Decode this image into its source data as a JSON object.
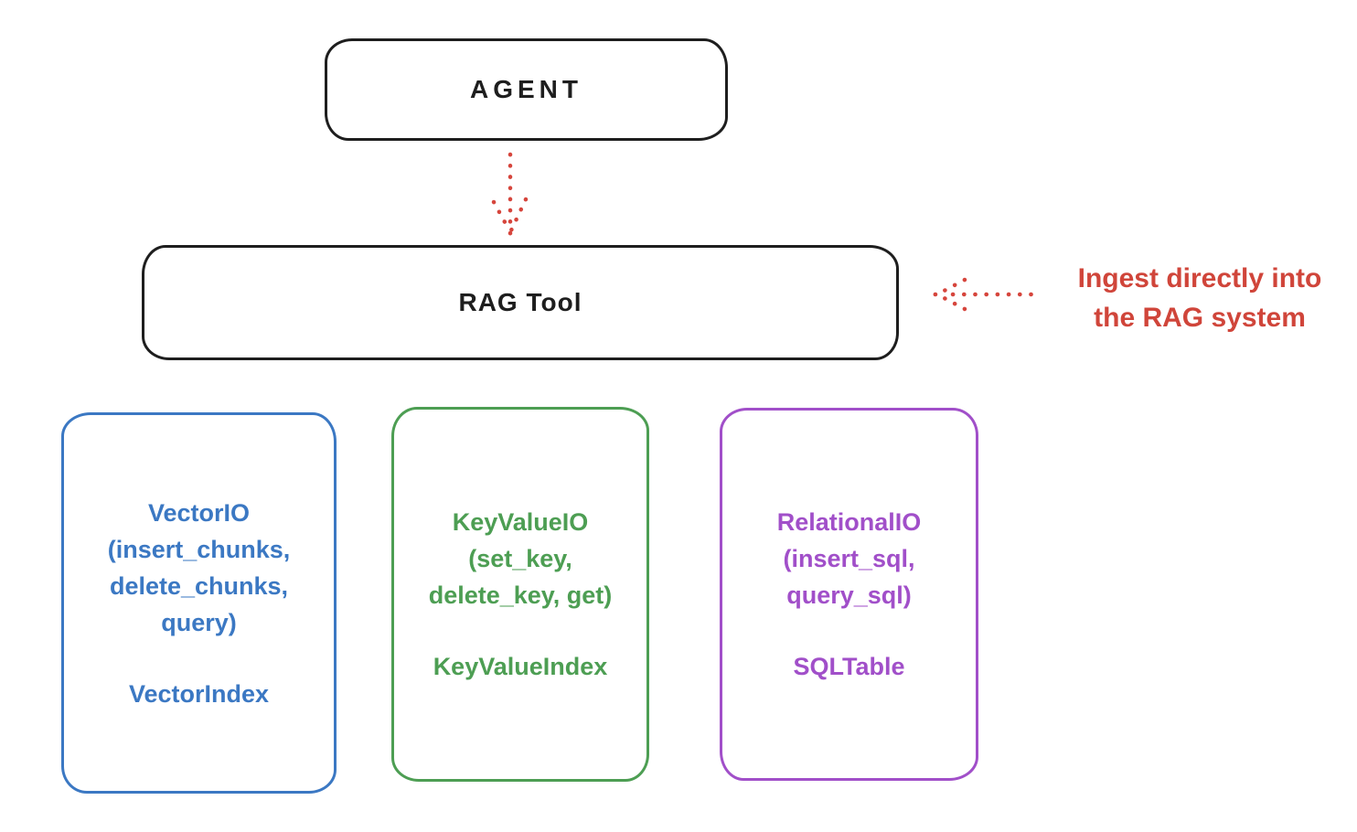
{
  "diagram": {
    "agent": {
      "label": "AGENT"
    },
    "rag_tool": {
      "label": "RAG Tool"
    },
    "annotation": {
      "line1": "Ingest directly into",
      "line2": "the RAG system"
    },
    "backends": [
      {
        "id": "vector-io",
        "lines": [
          "VectorIO",
          "(insert_chunks,",
          "delete_chunks,",
          "query)"
        ],
        "index_label": "VectorIndex",
        "color": "#3b78c3"
      },
      {
        "id": "keyvalue-io",
        "lines": [
          "KeyValueIO",
          "(set_key,",
          "delete_key, get)"
        ],
        "index_label": "KeyValueIndex",
        "color": "#4d9e53"
      },
      {
        "id": "relational-io",
        "lines": [
          "RelationalIO",
          "(insert_sql,",
          "query_sql)"
        ],
        "index_label": "SQLTable",
        "color": "#a14fc9"
      }
    ],
    "arrows": [
      {
        "name": "agent-to-rag-tool",
        "style": "dotted",
        "color": "#d6453c"
      },
      {
        "name": "annotation-to-rag-tool",
        "style": "dotted",
        "color": "#d6453c"
      }
    ],
    "colors": {
      "stroke_black": "#1e1e1e",
      "arrow_red": "#d6453c",
      "annotation_red": "#d0453a",
      "vector_blue": "#3b78c3",
      "keyvalue_green": "#4d9e53",
      "relational_purple": "#a14fc9",
      "background": "#ffffff"
    }
  }
}
